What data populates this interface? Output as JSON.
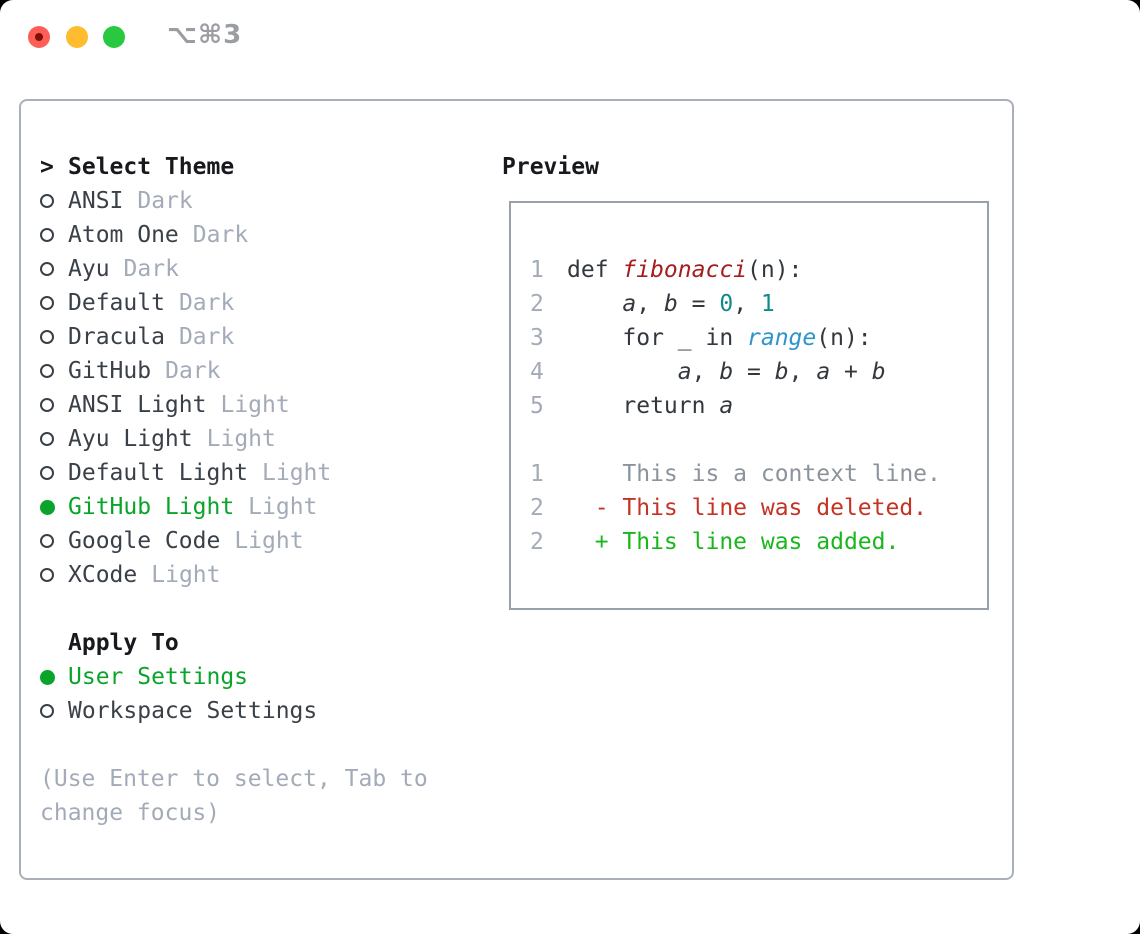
{
  "colors": {
    "text_black": "#17191d",
    "text_dark": "#3a4048",
    "muted": "#a3abb8",
    "green": "#0aa42a",
    "code_text": "#33383f",
    "func_red": "#a51d1d",
    "num_teal": "#128a8d",
    "builtin_blue": "#2d95cc",
    "context_gray": "#8b939c",
    "deleted_red": "#c43425",
    "added_green": "#19b71c",
    "border_outer": "#a9b0b9",
    "border_preview": "#98a0aa",
    "titlebar_gray": "#9a9da1",
    "tl_red": "#ff5e57",
    "tl_red_dot": "#7d1007",
    "tl_yellow": "#febc2e",
    "tl_green": "#28c840"
  },
  "titlebar": {
    "shortcut_label": "⌥⌘3",
    "buttons": [
      "close",
      "minimize",
      "zoom"
    ]
  },
  "theme_picker": {
    "header_prefix": ">",
    "header": "Select Theme",
    "items": [
      {
        "name": "ANSI",
        "variant": "Dark",
        "selected": false
      },
      {
        "name": "Atom One",
        "variant": "Dark",
        "selected": false
      },
      {
        "name": "Ayu",
        "variant": "Dark",
        "selected": false
      },
      {
        "name": "Default",
        "variant": "Dark",
        "selected": false
      },
      {
        "name": "Dracula",
        "variant": "Dark",
        "selected": false
      },
      {
        "name": "GitHub",
        "variant": "Dark",
        "selected": false
      },
      {
        "name": "ANSI Light",
        "variant": "Light",
        "selected": false
      },
      {
        "name": "Ayu Light",
        "variant": "Light",
        "selected": false
      },
      {
        "name": "Default Light",
        "variant": "Light",
        "selected": false
      },
      {
        "name": "GitHub Light",
        "variant": "Light",
        "selected": true
      },
      {
        "name": "Google Code",
        "variant": "Light",
        "selected": false
      },
      {
        "name": "XCode",
        "variant": "Light",
        "selected": false
      }
    ]
  },
  "apply_to": {
    "header": "Apply To",
    "options": [
      {
        "label": "User Settings",
        "selected": true
      },
      {
        "label": "Workspace Settings",
        "selected": false
      }
    ]
  },
  "hint": "(Use Enter to select, Tab to change focus)",
  "preview": {
    "title": "Preview",
    "lines": [
      {
        "num": "1",
        "segments": [
          {
            "text": "def ",
            "color": "code"
          },
          {
            "text": "fibonacci",
            "color": "func",
            "italic": true
          },
          {
            "text": "(n):",
            "color": "code"
          }
        ]
      },
      {
        "num": "2",
        "segments": [
          {
            "text": "    ",
            "color": "code"
          },
          {
            "text": "a",
            "color": "var",
            "italic": true
          },
          {
            "text": ", ",
            "color": "code"
          },
          {
            "text": "b",
            "color": "var",
            "italic": true
          },
          {
            "text": " = ",
            "color": "code"
          },
          {
            "text": "0",
            "color": "num"
          },
          {
            "text": ", ",
            "color": "code"
          },
          {
            "text": "1",
            "color": "num"
          }
        ]
      },
      {
        "num": "3",
        "segments": [
          {
            "text": "    for _ in ",
            "color": "code"
          },
          {
            "text": "range",
            "color": "builtin",
            "italic": true
          },
          {
            "text": "(n):",
            "color": "code"
          }
        ]
      },
      {
        "num": "4",
        "segments": [
          {
            "text": "        ",
            "color": "code"
          },
          {
            "text": "a",
            "color": "var",
            "italic": true
          },
          {
            "text": ", ",
            "color": "code"
          },
          {
            "text": "b",
            "color": "var",
            "italic": true
          },
          {
            "text": " = ",
            "color": "code"
          },
          {
            "text": "b",
            "color": "var",
            "italic": true
          },
          {
            "text": ", ",
            "color": "code"
          },
          {
            "text": "a",
            "color": "var",
            "italic": true
          },
          {
            "text": " + ",
            "color": "code"
          },
          {
            "text": "b",
            "color": "var",
            "italic": true
          }
        ]
      },
      {
        "num": "5",
        "segments": [
          {
            "text": "    return ",
            "color": "code"
          },
          {
            "text": "a",
            "color": "var",
            "italic": true
          }
        ]
      },
      {
        "num": "",
        "segments": []
      },
      {
        "num": "1",
        "segments": [
          {
            "text": "    This is a context line.",
            "color": "context"
          }
        ]
      },
      {
        "num": "2",
        "segments": [
          {
            "text": "  - This line was deleted.",
            "color": "deleted"
          }
        ]
      },
      {
        "num": "2",
        "segments": [
          {
            "text": "  + This line was added.",
            "color": "added"
          }
        ]
      }
    ]
  }
}
